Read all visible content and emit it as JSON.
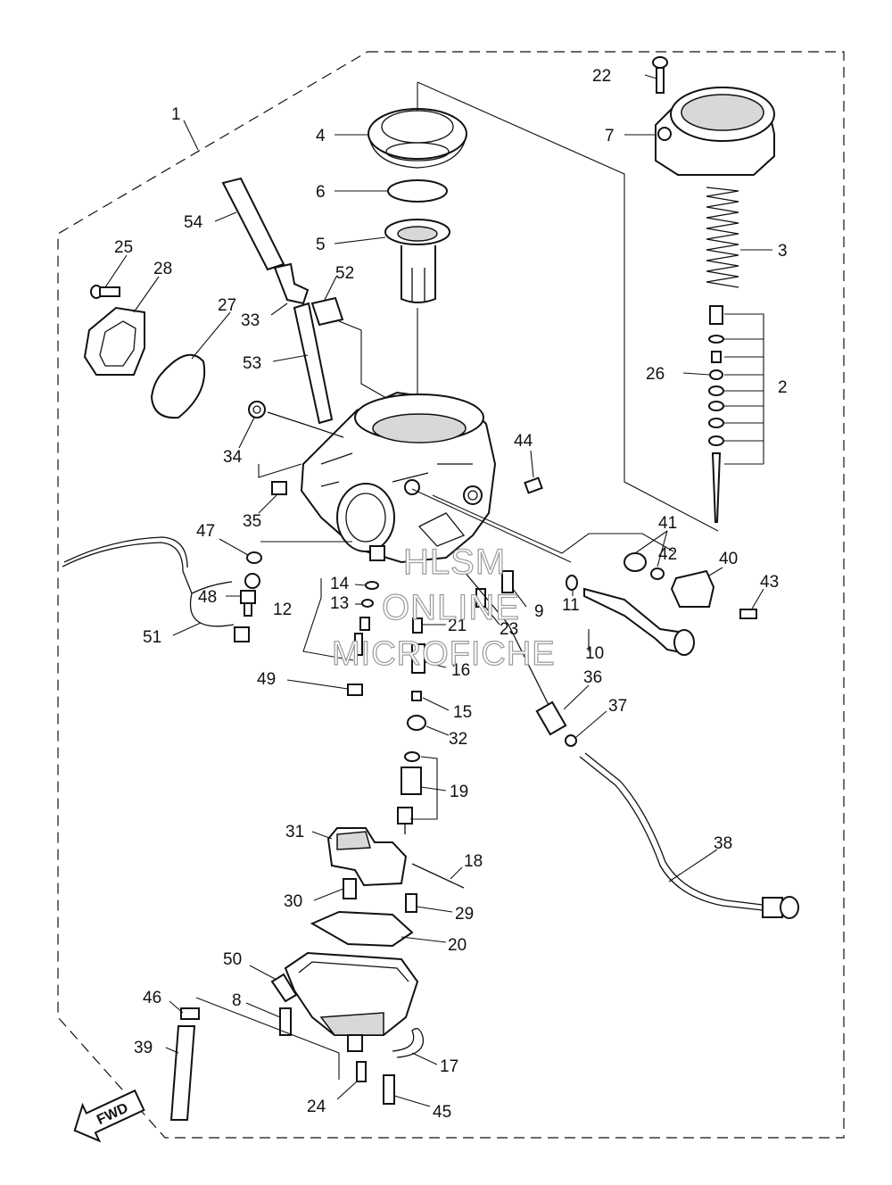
{
  "diagram": {
    "callouts": {
      "n1": "1",
      "n2": "2",
      "n3": "3",
      "n4": "4",
      "n5": "5",
      "n6": "6",
      "n7": "7",
      "n8": "8",
      "n9": "9",
      "n10": "10",
      "n11": "11",
      "n12": "12",
      "n13": "13",
      "n14": "14",
      "n15": "15",
      "n16": "16",
      "n17": "17",
      "n18": "18",
      "n19": "19",
      "n20": "20",
      "n21": "21",
      "n22": "22",
      "n23": "23",
      "n24": "24",
      "n25": "25",
      "n26": "26",
      "n27": "27",
      "n28": "28",
      "n29": "29",
      "n30": "30",
      "n31": "31",
      "n32": "32",
      "n33": "33",
      "n34": "34",
      "n35": "35",
      "n36": "36",
      "n37": "37",
      "n38": "38",
      "n39": "39",
      "n40": "40",
      "n41": "41",
      "n42": "42",
      "n43": "43",
      "n44": "44",
      "n45": "45",
      "n46": "46",
      "n47": "47",
      "n48": "48",
      "n49": "49",
      "n50": "50",
      "n51": "51",
      "n52": "52",
      "n53": "53",
      "n54": "54"
    },
    "watermark": {
      "line1": "HLSM",
      "line2": "ONLINE",
      "line3": "MICROFICHE"
    },
    "fwd_label": "FWD"
  }
}
